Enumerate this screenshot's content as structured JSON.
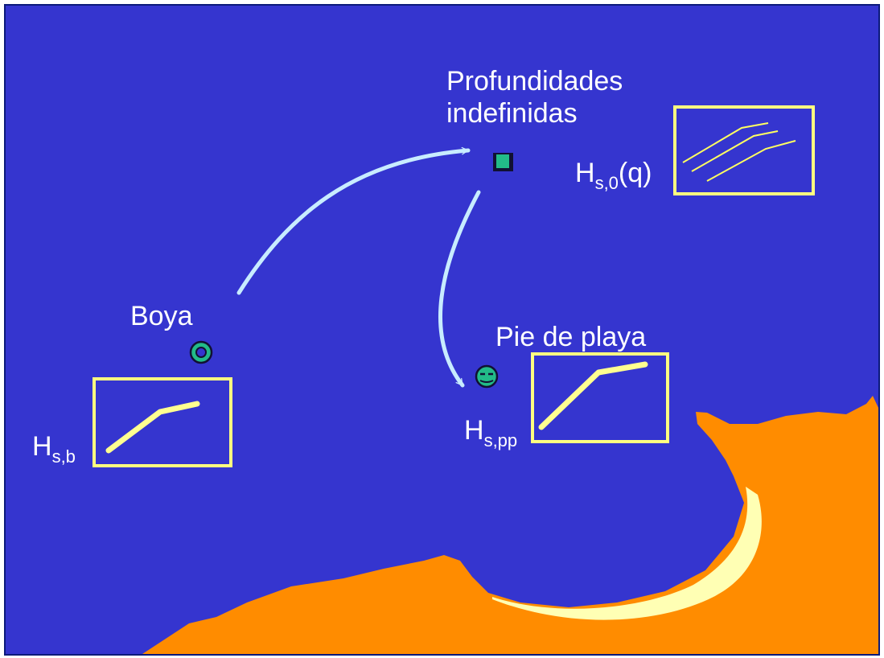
{
  "colors": {
    "sea": "#3535cf",
    "land": "#ff8c00",
    "sand": "#ffffb4",
    "arrow": "#c8ecff",
    "box": "#ffff80",
    "marker": "#22bb88"
  },
  "labels": {
    "deep_water": "Profundidades\nindefinidas",
    "buoy": "Boya",
    "beach_foot": "Pie de playa"
  },
  "formulas": {
    "hs_deep_base": "H",
    "hs_deep_sub": "s,0",
    "hs_deep_suffix": "(q)",
    "hs_buoy_base": "H",
    "hs_buoy_sub": "s,b",
    "hs_beach_base": "H",
    "hs_beach_sub": "s,pp"
  },
  "markers": {
    "deep_water": "square-marker-icon",
    "buoy": "ring-marker-icon",
    "beach_foot": "smiley-marker-icon"
  }
}
